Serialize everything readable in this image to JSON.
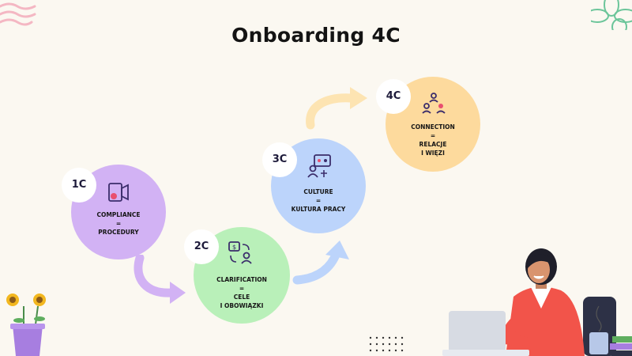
{
  "title": "Onboarding 4C",
  "steps": [
    {
      "badge": "1C",
      "name": "COMPLIANCE",
      "eq": "=",
      "desc1": "PROCEDURY",
      "desc2": "",
      "color": "#d2b2f4",
      "icon": "video-icon"
    },
    {
      "badge": "2C",
      "name": "CLARIFICATION",
      "eq": "=",
      "desc1": "CELE",
      "desc2": "I OBOWIĄZKI",
      "color": "#b9f0b9",
      "icon": "exchange-icon"
    },
    {
      "badge": "3C",
      "name": "CULTURE",
      "eq": "=",
      "desc1": "KULTURA PRACY",
      "desc2": "",
      "color": "#bcd4fb",
      "icon": "presentation-icon"
    },
    {
      "badge": "4C",
      "name": "CONNECTION",
      "eq": "=",
      "desc1": "RELACJE",
      "desc2": "I WIĘZI",
      "color": "#fdda9d",
      "icon": "network-icon"
    }
  ],
  "colors": {
    "background": "#fbf8f1",
    "arrow_purple": "#d2b2f4",
    "arrow_blue": "#bcd4fb",
    "arrow_yellow": "#fde4b2",
    "icon_stroke": "#3b2d6b"
  }
}
